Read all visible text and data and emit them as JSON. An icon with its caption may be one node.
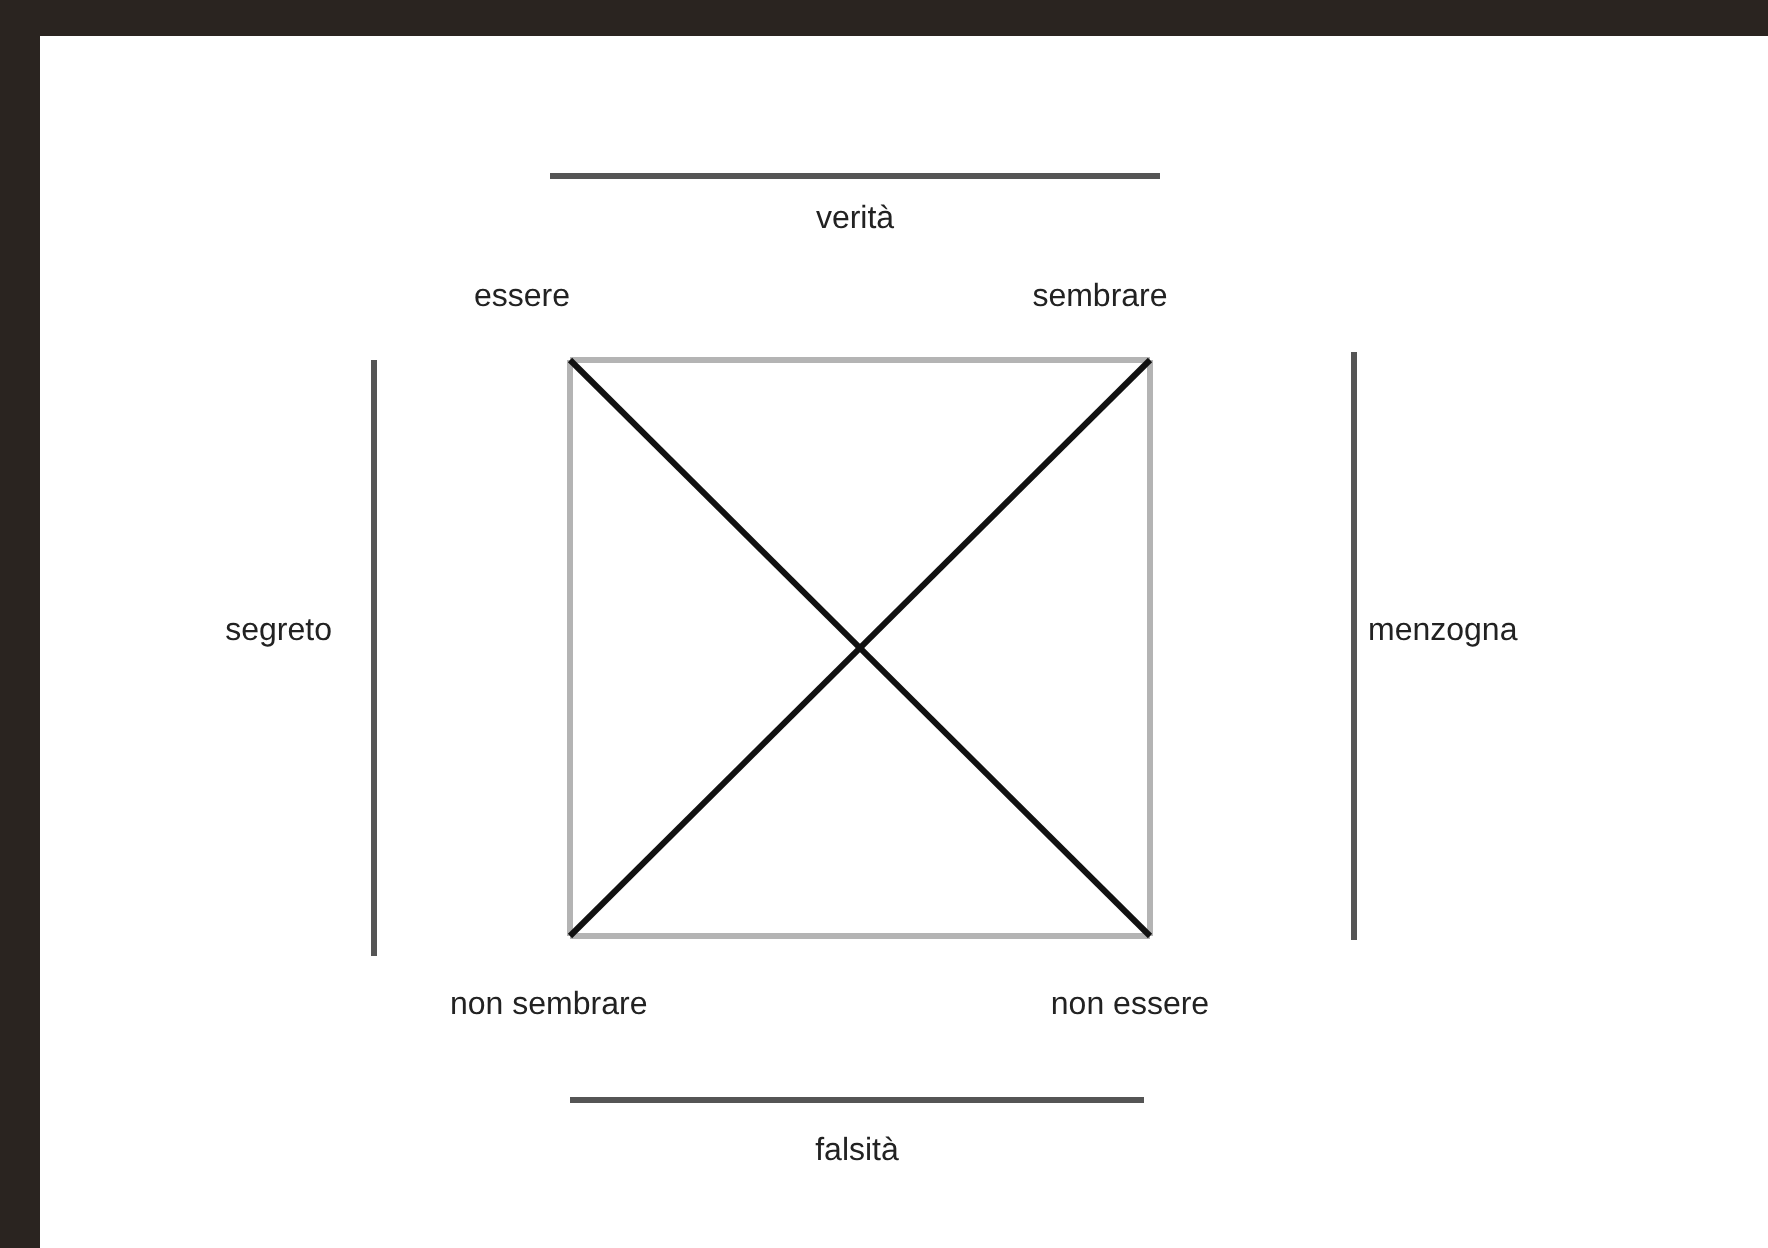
{
  "diagram": {
    "nodes": [
      {
        "text": [
          "essere"
        ]
      },
      {
        "text": [
          "sembrare"
        ]
      },
      {
        "text": [
          "non sembrare"
        ]
      },
      {
        "text": [
          "non essere"
        ]
      }
    ],
    "edges": [
      {
        "from": 0,
        "to": 1,
        "arrow": "none"
      },
      {
        "from": 0,
        "to": 2,
        "arrow": "none"
      },
      {
        "from": 1,
        "to": 3,
        "arrow": "none"
      },
      {
        "from": 2,
        "to": 3,
        "arrow": "none"
      },
      {
        "from": 0,
        "to": 3,
        "arrow": "none",
        "color": "#111111"
      },
      {
        "from": 1,
        "to": 2,
        "arrow": "none",
        "color": "#111111"
      }
    ],
    "labels": [
      "verità",
      "segreto",
      "menzogna",
      "falsità"
    ]
  }
}
